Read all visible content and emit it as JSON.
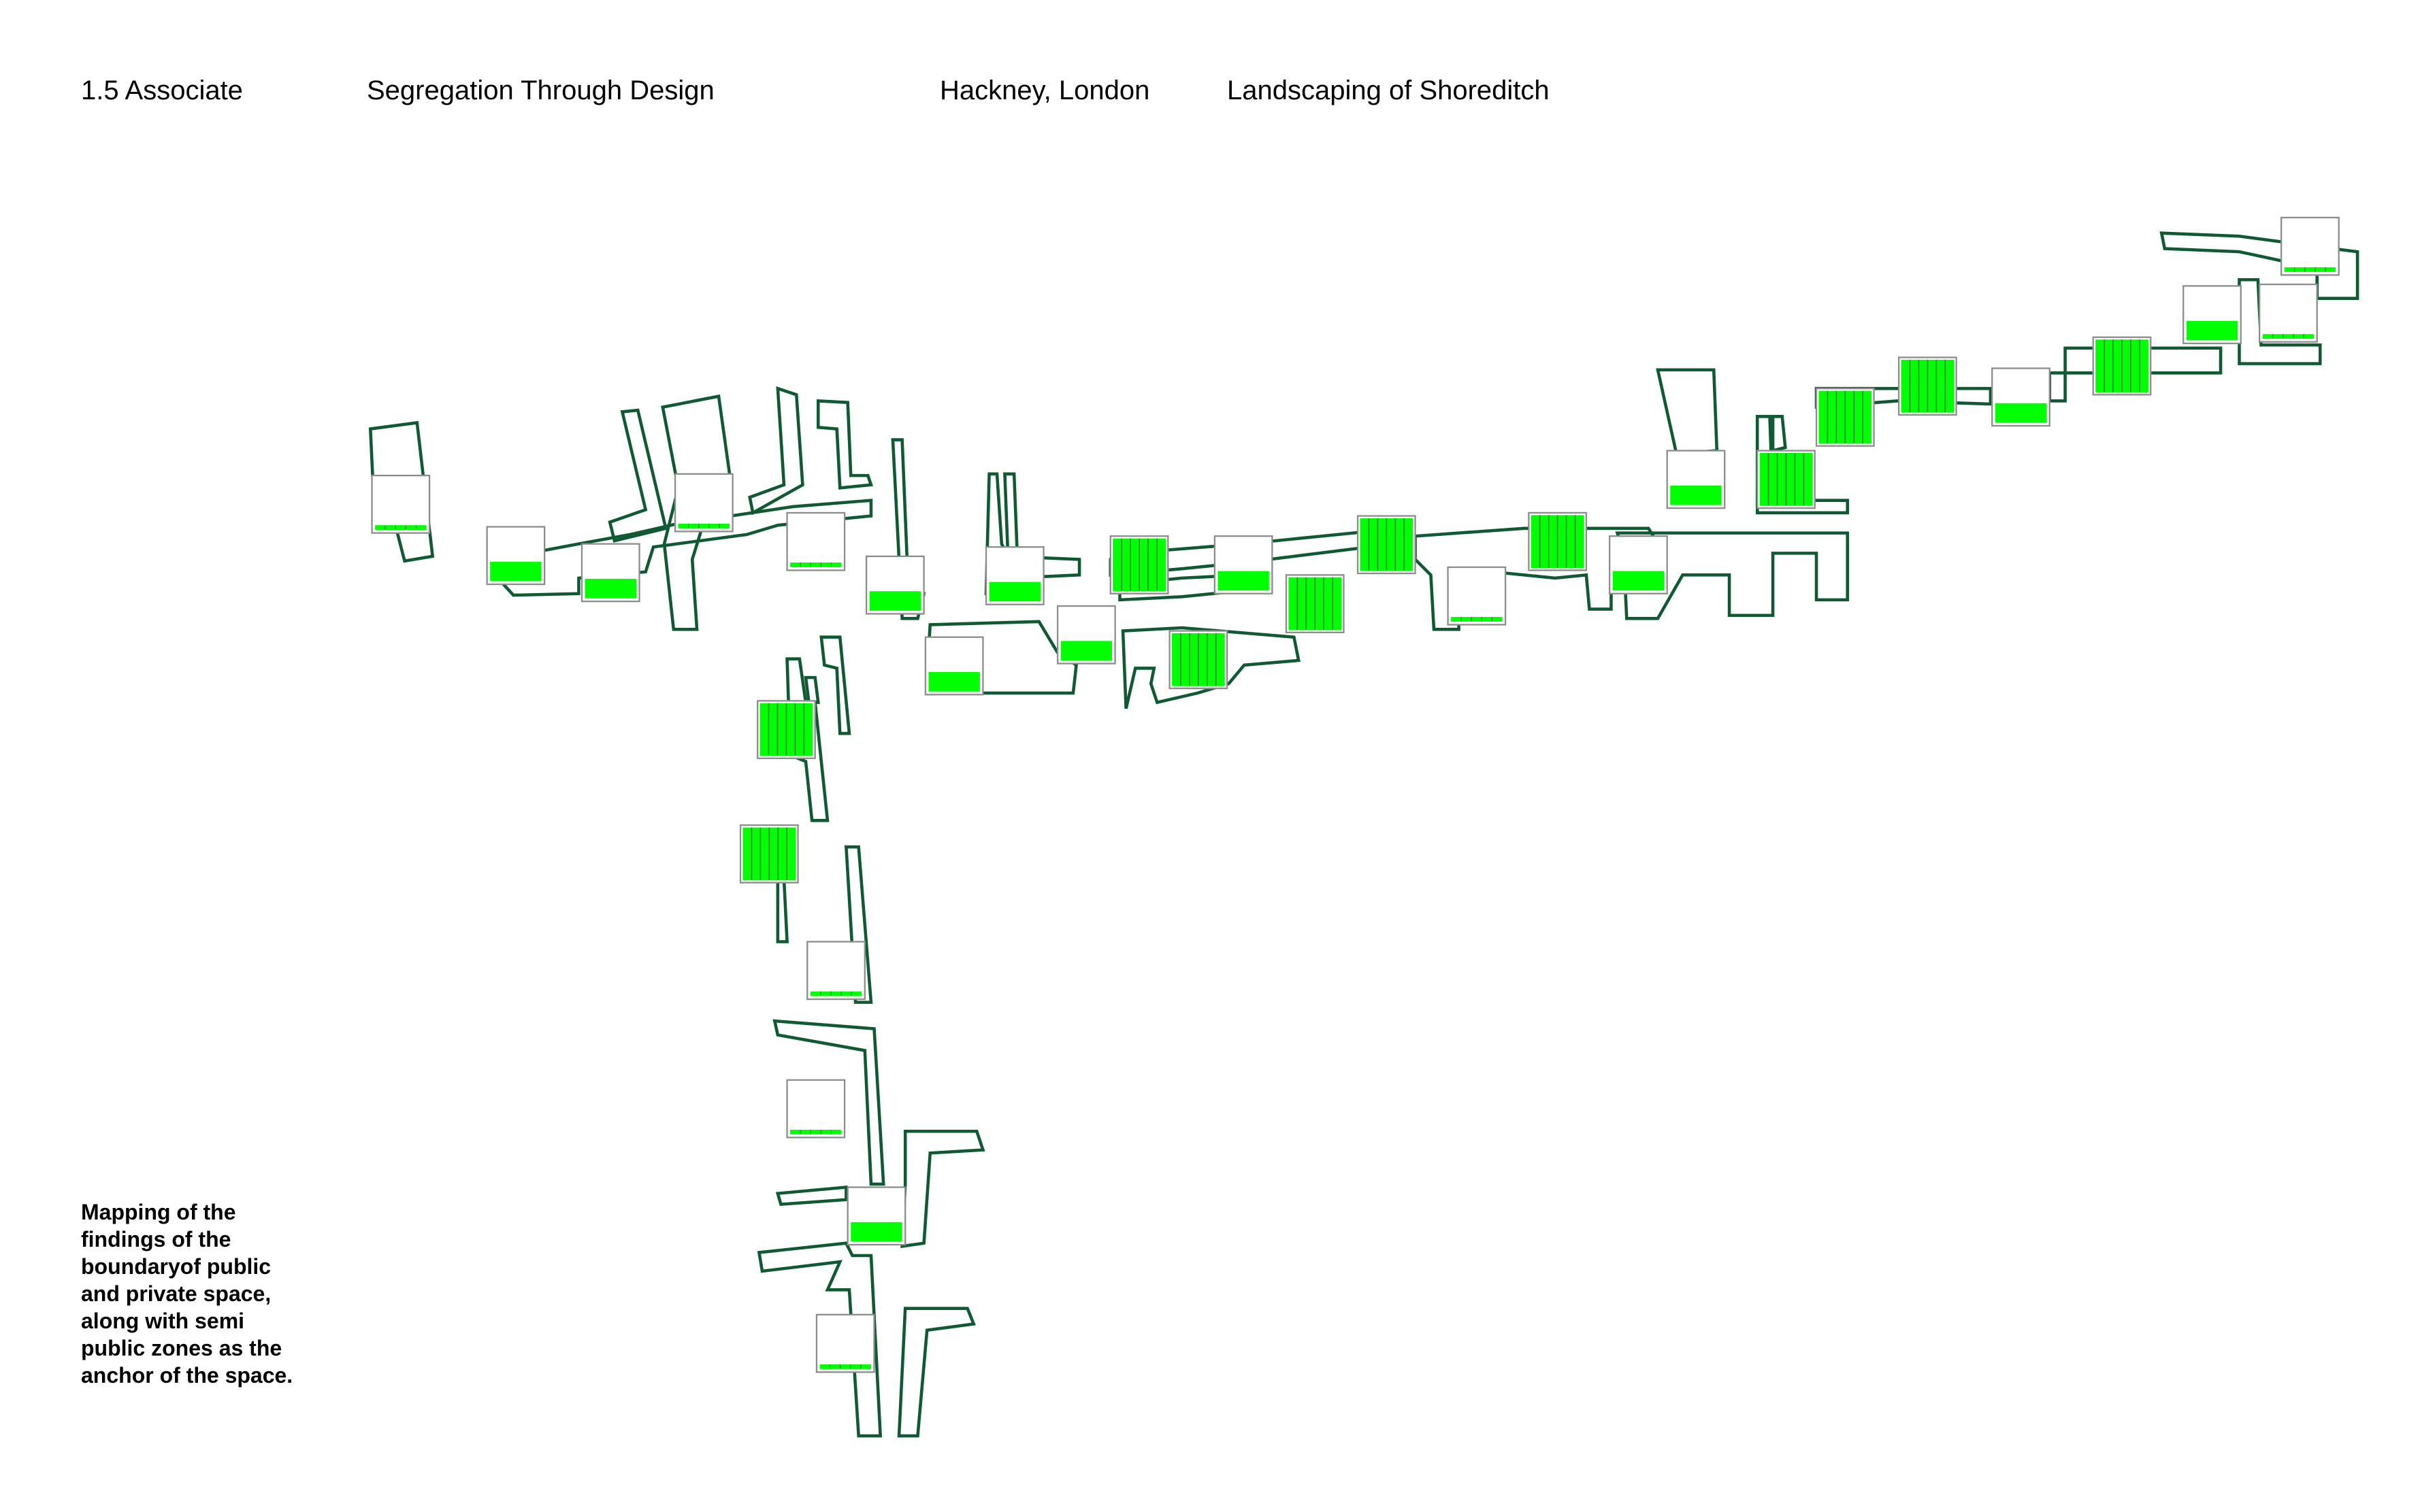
{
  "header": {
    "section": "1.5 Associate",
    "project": "Segregation Through Design",
    "location": "Hackney, London",
    "subtitle": "Landscaping of Shoreditch"
  },
  "caption": "Mapping of the findings of the boundaryof public and private space, along with semi public zones  as the anchor of the space.",
  "colors": {
    "boundary_outline": "#0f5a32",
    "fill_green": "#00ff00",
    "card_border": "#8c8c8c",
    "background": "#ffffff"
  }
}
